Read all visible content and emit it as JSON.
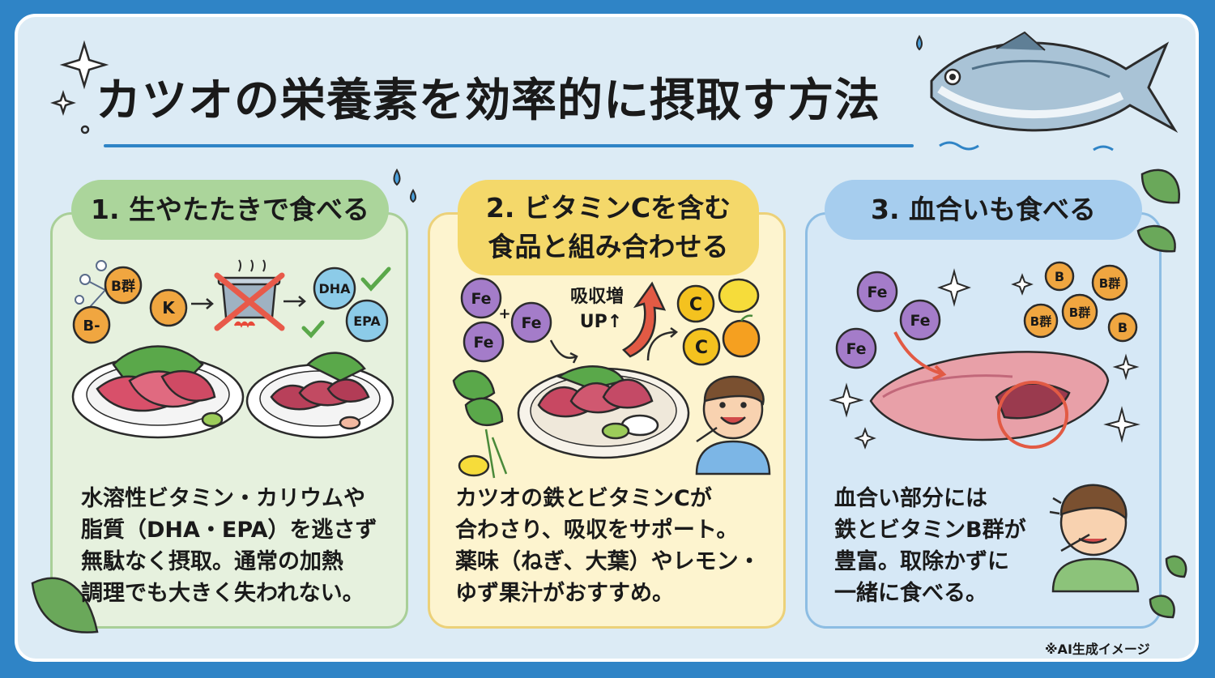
{
  "title": "カツオの栄養素を効率的に摂取す方法",
  "sections": [
    {
      "heading": "1. 生やたたきで食べる",
      "desc_lines": [
        "水溶性ビタミン・カリウムや",
        "脂質（DHA・EPA）を逃さず",
        "無駄なく摂取。通常の加熱",
        "調理でも大きく失われない。"
      ],
      "labels": [
        "B群",
        "B-",
        "K",
        "DHA",
        "EPA"
      ]
    },
    {
      "heading_lines": [
        "2. ビタミンCを含む",
        "食品と組み合わせる"
      ],
      "desc_lines": [
        "カツオの鉄とビタミンCが",
        "合わさり、吸収をサポート。",
        "薬味（ねぎ、大葉）やレモン・",
        "ゆず果汁がおすすめ。"
      ],
      "labels": [
        "Fe",
        "Fe",
        "Fe",
        "+",
        "C",
        "C"
      ],
      "absorb_lines": [
        "吸収増",
        "UP↑"
      ]
    },
    {
      "heading": "3. 血合いも食べる",
      "desc_lines": [
        "血合い部分には",
        "鉄とビタミンB群が",
        "豊富。取除かずに",
        "一緒に食べる。"
      ],
      "labels": [
        "Fe",
        "Fe",
        "Fe",
        "B",
        "B群",
        "B群",
        "B群",
        "B"
      ]
    }
  ],
  "footnote": "※AI生成イメージ",
  "colors": {
    "background": "#2f84c6",
    "panel": "#dcebf5",
    "card1": "#e6f1de",
    "card2": "#fdf4cf",
    "card3": "#d6e8f6",
    "fe_bubble": "#a47cc9",
    "vitamin_c": "#f4c21f",
    "b_bubble": "#f0a640",
    "dha_bubble": "#8ccbe8"
  },
  "icons": [
    "sparkle-icon",
    "bonito-fish-icon",
    "leaf-icon",
    "water-drop-icon",
    "pot-icon",
    "cross-icon",
    "check-icon",
    "lemon-icon",
    "orange-icon",
    "red-arrow-icon",
    "boy-icon"
  ]
}
